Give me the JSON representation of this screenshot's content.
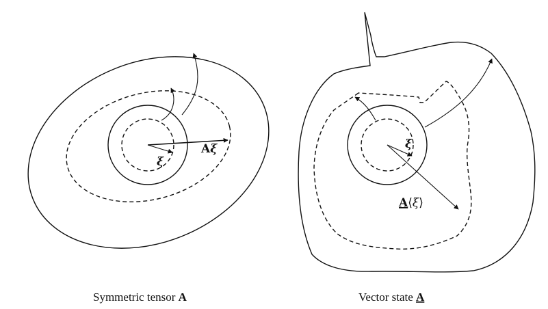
{
  "left_panel": {
    "caption_text": "Symmetric tensor",
    "caption_symbol": "A",
    "label_xi": "ξ",
    "label_product_symbol": "A",
    "label_product_xi": "ξ"
  },
  "right_panel": {
    "caption_text": "Vector state",
    "caption_symbol": "A",
    "label_xi": "ξ",
    "label_state_symbol": "A",
    "label_state_open": "⟨",
    "label_state_xi": "ξ",
    "label_state_close": "⟩"
  },
  "colors": {
    "ink": "#111111",
    "background": "#ffffff"
  }
}
